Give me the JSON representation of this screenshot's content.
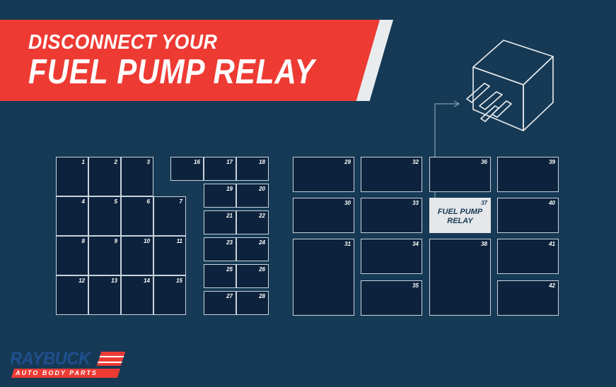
{
  "banner": {
    "line1": "DISCONNECT YOUR",
    "line2": "FUEL PUMP RELAY"
  },
  "fuse_box": {
    "cells": [
      {
        "num": "1"
      },
      {
        "num": "2"
      },
      {
        "num": "3"
      },
      {
        "num": "4"
      },
      {
        "num": "5"
      },
      {
        "num": "6"
      },
      {
        "num": "7"
      },
      {
        "num": "8"
      },
      {
        "num": "9"
      },
      {
        "num": "10"
      },
      {
        "num": "11"
      },
      {
        "num": "12"
      },
      {
        "num": "13"
      },
      {
        "num": "14"
      },
      {
        "num": "15"
      },
      {
        "num": "16"
      },
      {
        "num": "17"
      },
      {
        "num": "18"
      },
      {
        "num": "19"
      },
      {
        "num": "20"
      },
      {
        "num": "21"
      },
      {
        "num": "22"
      },
      {
        "num": "23"
      },
      {
        "num": "24"
      },
      {
        "num": "25"
      },
      {
        "num": "26"
      },
      {
        "num": "27"
      },
      {
        "num": "28"
      },
      {
        "num": "29"
      },
      {
        "num": "30"
      },
      {
        "num": "31"
      },
      {
        "num": "32"
      },
      {
        "num": "33"
      },
      {
        "num": "34"
      },
      {
        "num": "35"
      },
      {
        "num": "36"
      },
      {
        "num": "37",
        "label_line1": "FUEL PUMP",
        "label_line2": "RELAY",
        "highlight": true
      },
      {
        "num": "38"
      },
      {
        "num": "39"
      },
      {
        "num": "40"
      },
      {
        "num": "41"
      },
      {
        "num": "42"
      }
    ]
  },
  "logo": {
    "main": "RAYBUCK",
    "sub": "AUTO BODY PARTS"
  },
  "colors": {
    "background": "#163a55",
    "banner_red": "#ed3b34",
    "cell_fill": "#0d233d",
    "highlight_fill": "#e5e7ea"
  },
  "icons": [
    "relay-icon",
    "arrow-icon"
  ]
}
